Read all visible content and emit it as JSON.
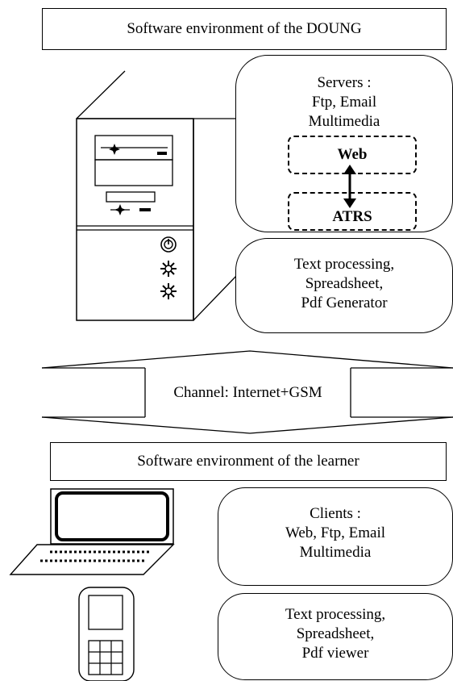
{
  "server_env": {
    "title": "Software environment of the DOUNG",
    "servers_box": {
      "lines": [
        "Servers :",
        "Ftp, Email",
        "Multimedia"
      ],
      "web_label": "Web",
      "atrs_label": "ATRS"
    },
    "office_box": {
      "lines": [
        "Text processing,",
        "Spreadsheet,",
        "Pdf Generator"
      ]
    },
    "icons": [
      "server-tower-icon",
      "power-icon",
      "indicator-light-icon"
    ]
  },
  "channel": {
    "label": "Channel: Internet+GSM"
  },
  "learner_env": {
    "title": "Software environment of the learner",
    "clients_box": {
      "lines": [
        "Clients :",
        "Web, Ftp, Email",
        "Multimedia"
      ]
    },
    "office_box": {
      "lines": [
        "Text processing,",
        "Spreadsheet,",
        "Pdf viewer"
      ]
    },
    "icons": [
      "laptop-icon",
      "mobile-phone-icon"
    ]
  }
}
